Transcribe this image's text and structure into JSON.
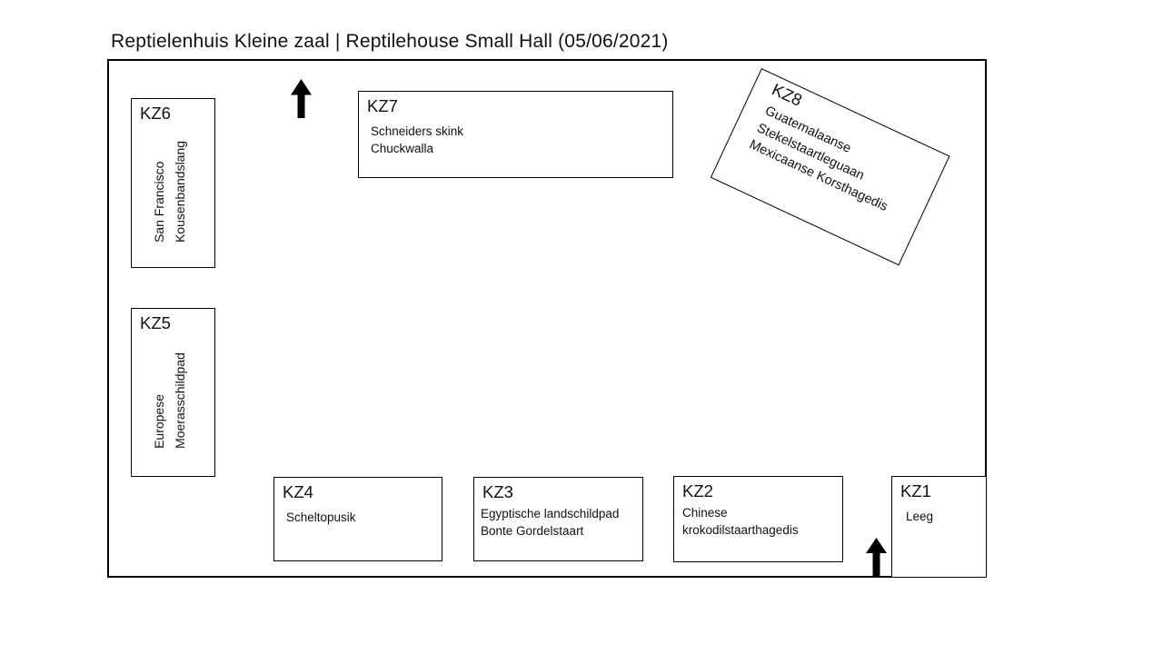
{
  "title": "Reptielenhuis Kleine zaal | Reptilehouse Small Hall  (05/06/2021)",
  "colors": {
    "outline": "#000000",
    "background": "#ffffff",
    "text": "#111111"
  },
  "icons": {
    "entrance_arrow": "↑"
  },
  "hall": {
    "enclosures": [
      {
        "label": "KZ1",
        "lines": [
          "Leeg"
        ]
      },
      {
        "label": "KZ2",
        "lines": [
          "Chinese",
          "krokodilstaarthagedis"
        ]
      },
      {
        "label": "KZ3",
        "lines": [
          "Egyptische landschildpad",
          "Bonte Gordelstaart"
        ]
      },
      {
        "label": "KZ4",
        "lines": [
          "Scheltopusik"
        ]
      },
      {
        "label": "KZ5",
        "lines": [
          "Europese",
          "Moerasschildpad"
        ],
        "text_rotation": "vertical"
      },
      {
        "label": "KZ6",
        "lines": [
          "San Francisco",
          "Kousenbandslang"
        ],
        "text_rotation": "vertical"
      },
      {
        "label": "KZ7",
        "lines": [
          "Schneiders skink",
          "Chuckwalla"
        ]
      },
      {
        "label": "KZ8",
        "lines": [
          "Guatemalaanse",
          "Stekelstaartleguaan",
          "Mexicaanse Korsthagedis"
        ],
        "box_rotation_deg": 25
      }
    ]
  }
}
